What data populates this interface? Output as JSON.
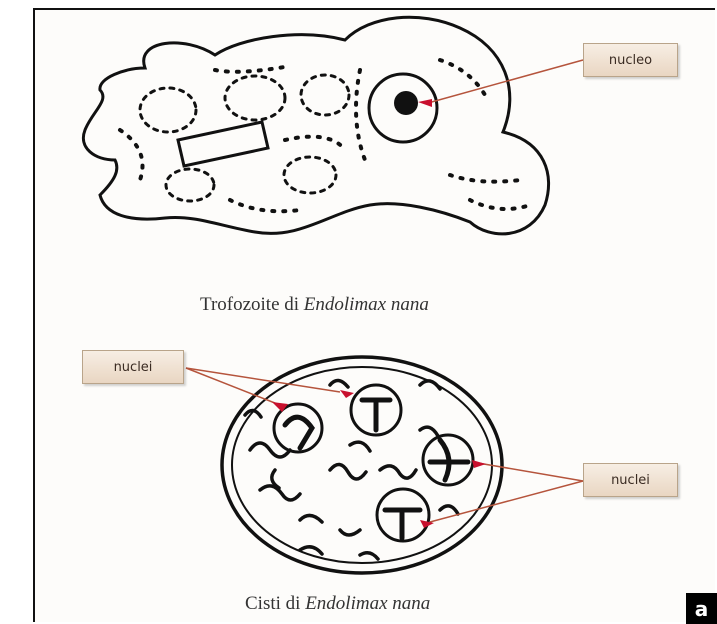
{
  "labels": {
    "top_nucleus": "nucleo",
    "cyst_left": "nuclei",
    "cyst_right": "nuclei"
  },
  "captions": {
    "trophozoite_plain": "Trofozoite di ",
    "trophozoite_italic": "Endolimax nana",
    "cyst_plain": "Cisti di ",
    "cyst_italic": "Endolimax nana"
  },
  "corner_letter": "a",
  "colors": {
    "pointer": "#c8102e",
    "leader": "#b5543c",
    "ink": "#111111"
  }
}
